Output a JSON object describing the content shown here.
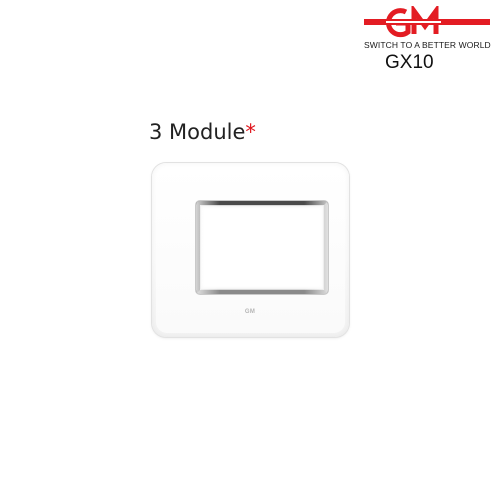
{
  "brand": {
    "logo_text": "GM",
    "tagline": "SWITCH TO A BETTER WORLD",
    "color": "#e31c23"
  },
  "product": {
    "model": "GX10",
    "module_label": "3 Module",
    "module_marker": "*",
    "marker_color": "#e0151d",
    "plate_badge": "GM"
  }
}
